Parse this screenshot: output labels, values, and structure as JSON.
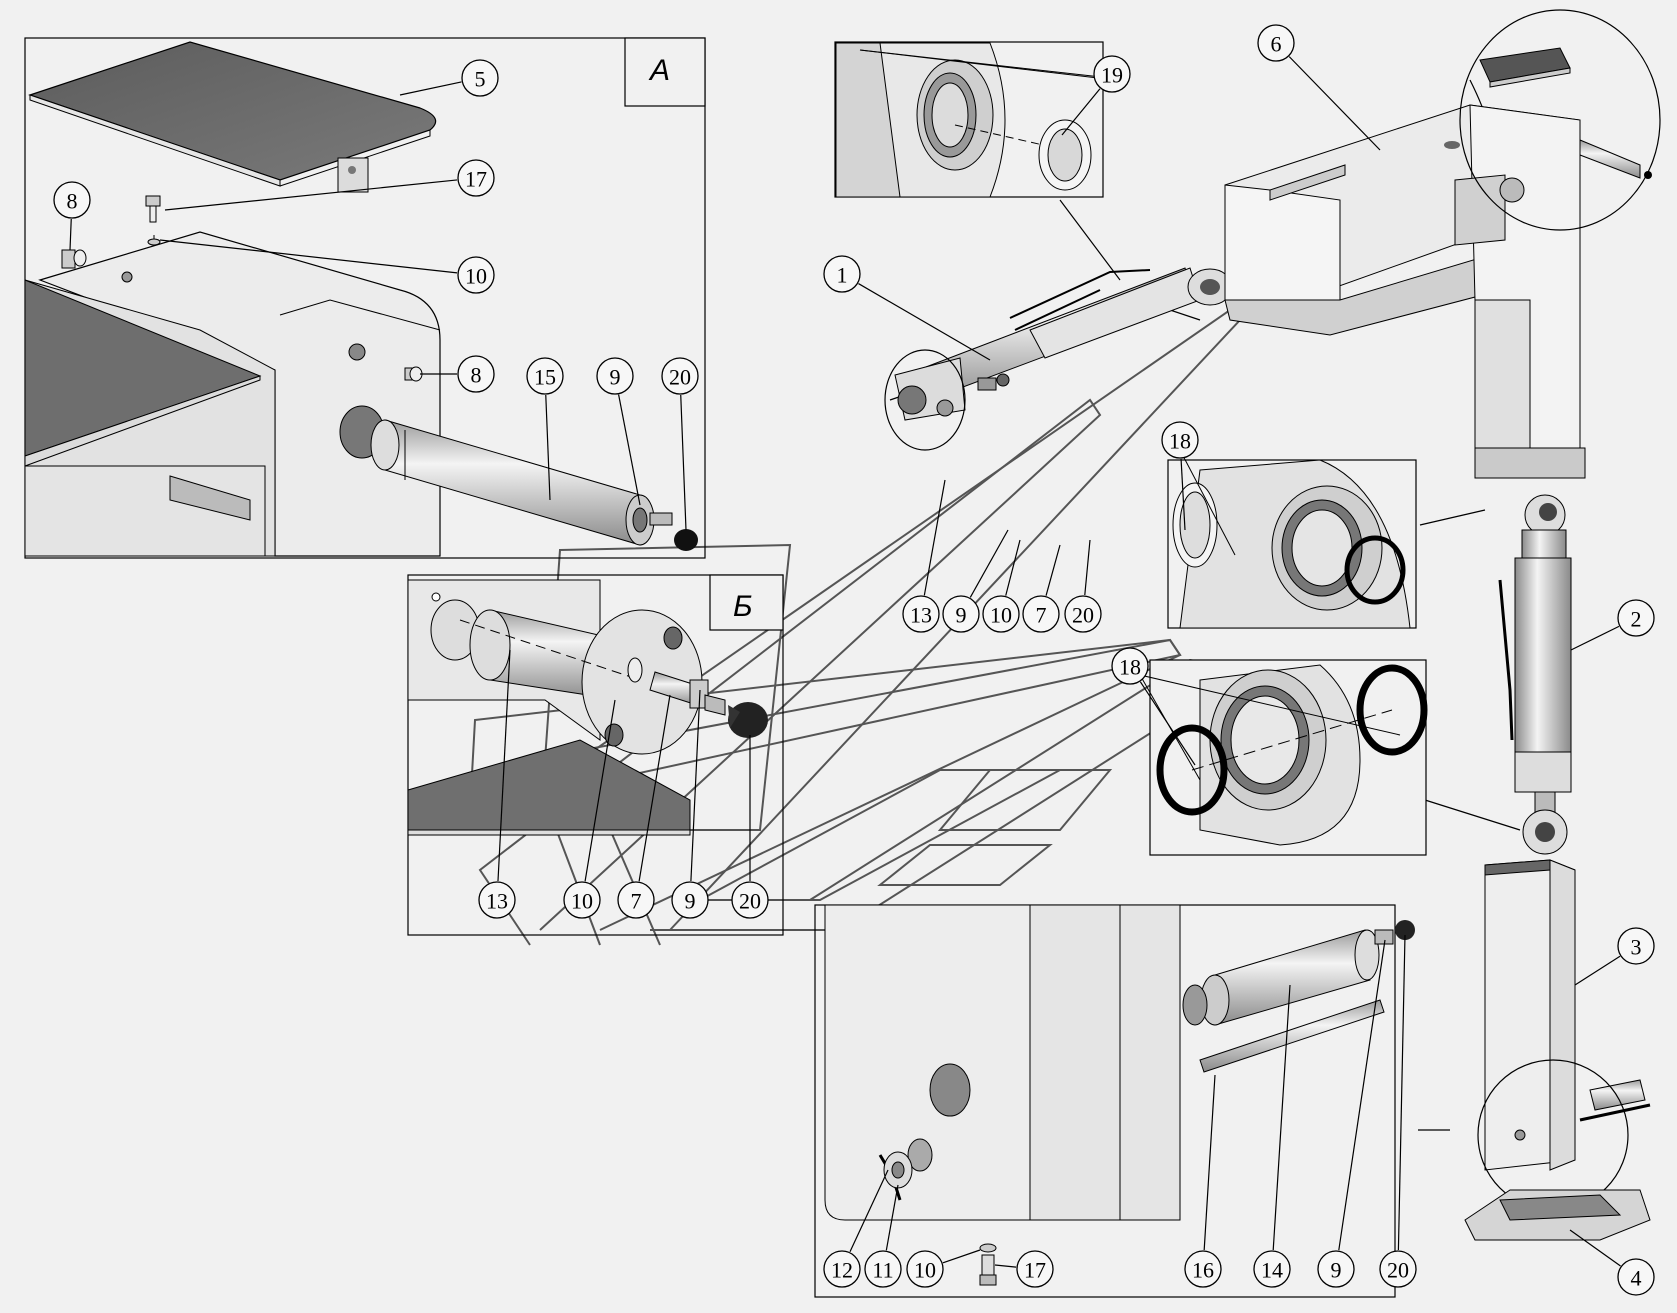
{
  "views": {
    "a": "А",
    "b": "Б"
  },
  "callouts": [
    {
      "id": "c5",
      "text": "5"
    },
    {
      "id": "c17a",
      "text": "17"
    },
    {
      "id": "c8a",
      "text": "8"
    },
    {
      "id": "c10a",
      "text": "10"
    },
    {
      "id": "c8b",
      "text": "8"
    },
    {
      "id": "c15",
      "text": "15"
    },
    {
      "id": "c9a",
      "text": "9"
    },
    {
      "id": "c20a",
      "text": "20"
    },
    {
      "id": "c19",
      "text": "19"
    },
    {
      "id": "c6",
      "text": "6"
    },
    {
      "id": "c1",
      "text": "1"
    },
    {
      "id": "c18a",
      "text": "18"
    },
    {
      "id": "c13a",
      "text": "13"
    },
    {
      "id": "c9b",
      "text": "9"
    },
    {
      "id": "c10b",
      "text": "10"
    },
    {
      "id": "c7a",
      "text": "7"
    },
    {
      "id": "c20b",
      "text": "20"
    },
    {
      "id": "c18b",
      "text": "18"
    },
    {
      "id": "c2",
      "text": "2"
    },
    {
      "id": "c13b",
      "text": "13"
    },
    {
      "id": "c10c",
      "text": "10"
    },
    {
      "id": "c7b",
      "text": "7"
    },
    {
      "id": "c9c",
      "text": "9"
    },
    {
      "id": "c20c",
      "text": "20"
    },
    {
      "id": "c3",
      "text": "3"
    },
    {
      "id": "c12",
      "text": "12"
    },
    {
      "id": "c11",
      "text": "11"
    },
    {
      "id": "c10d",
      "text": "10"
    },
    {
      "id": "c17b",
      "text": "17"
    },
    {
      "id": "c16",
      "text": "16"
    },
    {
      "id": "c14",
      "text": "14"
    },
    {
      "id": "c9d",
      "text": "9"
    },
    {
      "id": "c20d",
      "text": "20"
    },
    {
      "id": "c4",
      "text": "4"
    }
  ],
  "colors": {
    "background": "#f1f1f1",
    "ink": "#000000",
    "light_part": "#e2e2e2",
    "mid_part": "#bdbdbd",
    "dark_part": "#6f6f6f"
  }
}
